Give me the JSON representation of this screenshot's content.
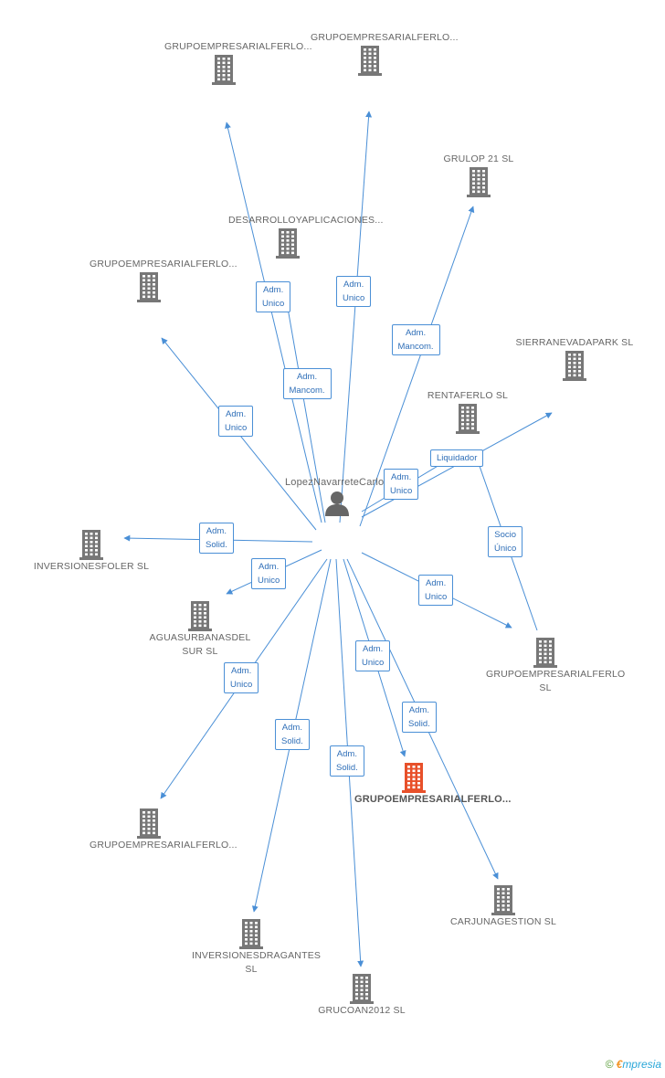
{
  "colors": {
    "edge": "#4a8fd6",
    "building": "#777777",
    "focus": "#e8502a",
    "person": "#666666"
  },
  "person": {
    "label": "Lopez\nNavarrete\nCarlos",
    "icon": "person-icon"
  },
  "nodes": [
    {
      "id": "n1",
      "label": "GRUPO\nEMPRESARIAL\nFERLO...",
      "focus": false
    },
    {
      "id": "n2",
      "label": "GRUPO\nEMPRESARIAL\nFERLO...",
      "focus": false
    },
    {
      "id": "n3",
      "label": "GRULOP 21 SL",
      "focus": false
    },
    {
      "id": "n4",
      "label": "DESARROLLO\nY\nAPLICACIONES...",
      "focus": false
    },
    {
      "id": "n5",
      "label": "GRUPO\nEMPRESARIAL\nFERLO...",
      "focus": false
    },
    {
      "id": "n6",
      "label": "SIERRA\nNEVADA\nPARK SL",
      "focus": false
    },
    {
      "id": "n7",
      "label": "RENTA\nFERLO SL",
      "focus": false
    },
    {
      "id": "n8",
      "label": "INVERSIONES\nFOLER SL",
      "focus": false
    },
    {
      "id": "n9",
      "label": "AGUAS\nURBANAS\nDEL SUR SL",
      "focus": false
    },
    {
      "id": "n10",
      "label": "GRUPO\nEMPRESARIAL\nFERLO SL",
      "focus": false
    },
    {
      "id": "n11",
      "label": "GRUPO\nEMPRESARIAL\nFERLO...",
      "focus": true
    },
    {
      "id": "n12",
      "label": "GRUPO\nEMPRESARIAL\nFERLO...",
      "focus": false
    },
    {
      "id": "n13",
      "label": "CARJUNA\nGESTION SL",
      "focus": false
    },
    {
      "id": "n14",
      "label": "INVERSIONES\nDRAGANTES SL",
      "focus": false
    },
    {
      "id": "n15",
      "label": "GRUCOAN\n2012 SL",
      "focus": false
    }
  ],
  "edges": [
    {
      "from": "person",
      "to": "n1",
      "label": "Adm.\nUnico"
    },
    {
      "from": "person",
      "to": "n2",
      "label": "Adm.\nUnico"
    },
    {
      "from": "person",
      "to": "n3",
      "label": "Adm.\nMancom."
    },
    {
      "from": "person",
      "to": "n4",
      "label": "Adm.\nMancom."
    },
    {
      "from": "person",
      "to": "n5",
      "label": "Adm.\nUnico"
    },
    {
      "from": "person",
      "to": "n6",
      "label": "Adm.\nUnico"
    },
    {
      "from": "person",
      "to": "n7",
      "label": "Liquidador"
    },
    {
      "from": "n10",
      "to": "n7",
      "label": "Socio\nÚnico"
    },
    {
      "from": "person",
      "to": "n8",
      "label": "Adm.\nSolid."
    },
    {
      "from": "person",
      "to": "n9",
      "label": "Adm.\nUnico"
    },
    {
      "from": "person",
      "to": "n10",
      "label": "Adm.\nUnico"
    },
    {
      "from": "person",
      "to": "n11",
      "label": "Adm.\nUnico"
    },
    {
      "from": "person",
      "to": "n13",
      "label": "Adm.\nSolid."
    },
    {
      "from": "person",
      "to": "n12",
      "label": "Adm.\nUnico"
    },
    {
      "from": "person",
      "to": "n14",
      "label": "Adm.\nSolid."
    },
    {
      "from": "person",
      "to": "n15",
      "label": "Adm.\nSolid."
    }
  ],
  "brand": {
    "copyright": "©",
    "name_first": "€",
    "name_rest": "mpresia"
  }
}
